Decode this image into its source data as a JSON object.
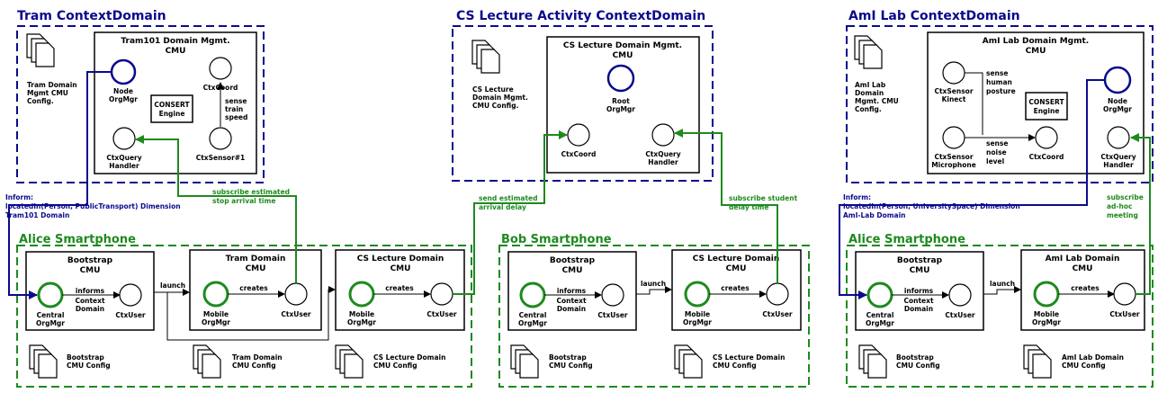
{
  "domains": {
    "tram": {
      "title": "Tram ContextDomain",
      "config": [
        "Tram Domain",
        "Mgmt CMU",
        "Config."
      ],
      "mgmt": {
        "title": [
          "Tram101 Domain Mgmt.",
          "CMU"
        ],
        "node_orgmgr": [
          "Node",
          "OrgMgr"
        ],
        "ctxcoord": "CtxCoord",
        "engine": [
          "CONSERT",
          "Engine"
        ],
        "sense": [
          "sense",
          "train",
          "speed"
        ],
        "sensor": "CtxSensor#1",
        "query": [
          "CtxQuery",
          "Handler"
        ]
      },
      "inform": [
        "Inform:",
        "locatedIn(Person, PublicTransport) Dimension",
        "Tram101 Domain"
      ],
      "subscribe": [
        "subscribe estimated",
        "stop arrival time"
      ]
    },
    "lecture": {
      "title": "CS Lecture Activity ContextDomain",
      "config": [
        "CS Lecture",
        "Domain Mgmt.",
        "CMU Config."
      ],
      "mgmt": {
        "title": [
          "CS Lecture Domain Mgmt.",
          "CMU"
        ],
        "root_orgmgr": [
          "Root",
          "OrgMgr"
        ],
        "ctxcoord": "CtxCoord",
        "query": [
          "CtxQuery",
          "Handler"
        ]
      },
      "send": [
        "send estimated",
        "arrival delay"
      ],
      "subscribe": [
        "subscribe student",
        "delay time"
      ]
    },
    "amilab": {
      "title": "AmI Lab ContextDomain",
      "config": [
        "AmI Lab",
        "Domain",
        "Mgmt. CMU",
        "Config."
      ],
      "mgmt": {
        "title": [
          "AmI Lab Domain Mgmt.",
          "CMU"
        ],
        "kinect": [
          "CtxSensor",
          "Kinect"
        ],
        "sense_posture": [
          "sense",
          "human",
          "posture"
        ],
        "engine": [
          "CONSERT",
          "Engine"
        ],
        "node_orgmgr": [
          "Node",
          "OrgMgr"
        ],
        "microphone": [
          "CtxSensor",
          "Microphone"
        ],
        "sense_noise": [
          "sense",
          "noise",
          "level"
        ],
        "ctxcoord": "CtxCoord",
        "query": [
          "CtxQuery",
          "Handler"
        ]
      },
      "inform": [
        "Inform:",
        "locatedIn(Person, UniversitySpace) Dimension",
        "AmI-Lab Domain"
      ],
      "subscribe": [
        "subscribe",
        "ad-hoc",
        "meeting"
      ]
    }
  },
  "phones": {
    "alice1": {
      "title": "Alice Smartphone",
      "bootstrap": [
        "Bootstrap",
        "CMU"
      ],
      "central": [
        "Central",
        "OrgMgr"
      ],
      "informs": [
        "informs",
        "Context",
        "Domain"
      ],
      "ctxuser": "CtxUser",
      "launch": "launch",
      "tram_cmu": [
        "Tram Domain",
        "CMU"
      ],
      "mobile": [
        "Mobile",
        "OrgMgr"
      ],
      "creates": "creates",
      "lecture_cmu": [
        "CS Lecture Domain",
        "CMU"
      ],
      "configs": [
        [
          "Bootstrap",
          "CMU Config"
        ],
        [
          "Tram Domain",
          "CMU Config"
        ],
        [
          "CS Lecture Domain",
          "CMU Config"
        ]
      ]
    },
    "bob": {
      "title": "Bob Smartphone",
      "bootstrap": [
        "Bootstrap",
        "CMU"
      ],
      "central": [
        "Central",
        "OrgMgr"
      ],
      "informs": [
        "informs",
        "Context",
        "Domain"
      ],
      "ctxuser": "CtxUser",
      "launch": "launch",
      "lecture_cmu": [
        "CS Lecture Domain",
        "CMU"
      ],
      "mobile": [
        "Mobile",
        "OrgMgr"
      ],
      "creates": "creates",
      "configs": [
        [
          "Bootstrap",
          "CMU Config"
        ],
        [
          "CS Lecture Domain",
          "CMU Config"
        ]
      ]
    },
    "alice2": {
      "title": "Alice Smartphone",
      "bootstrap": [
        "Bootstrap",
        "CMU"
      ],
      "central": [
        "Central",
        "OrgMgr"
      ],
      "informs": [
        "informs",
        "Context",
        "Domain"
      ],
      "ctxuser": "CtxUser",
      "launch": "launch",
      "ami_cmu": [
        "AmI Lab Domain",
        "CMU"
      ],
      "mobile": [
        "Mobile",
        "OrgMgr"
      ],
      "creates": "creates",
      "configs": [
        [
          "Bootstrap",
          "CMU Config"
        ],
        [
          "AmI Lab Domain",
          "CMU Config"
        ]
      ]
    }
  },
  "colors": {
    "domain": "#0a0a8c",
    "phone": "#1e8a1e",
    "line": "#000000"
  }
}
